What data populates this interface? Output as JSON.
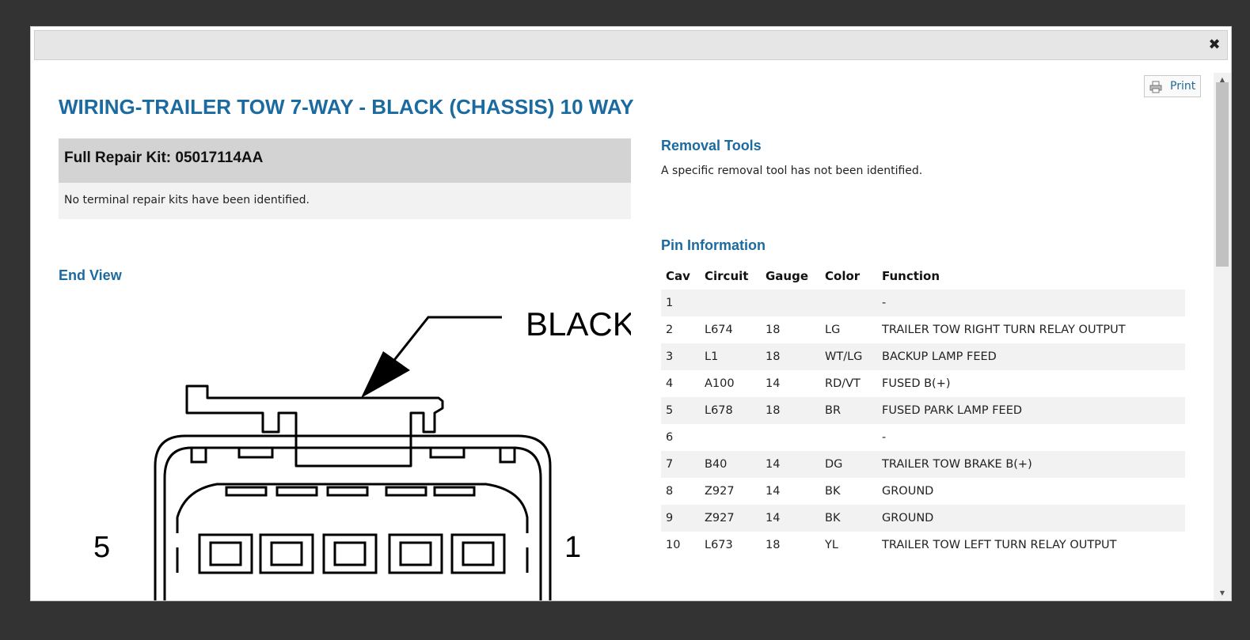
{
  "modal": {
    "close_icon": "close-icon",
    "print_label": "Print",
    "print_icon": "printer-icon"
  },
  "title": "WIRING-TRAILER TOW 7-WAY - BLACK (CHASSIS) 10 WAY",
  "repair_kit": {
    "header": "Full Repair Kit: 05017114AA",
    "body": "No terminal repair kits have been identified."
  },
  "end_view": {
    "heading": "End View",
    "diagram": {
      "color_label": "BLACK",
      "left_pin_label": "5",
      "right_pin_label": "1"
    }
  },
  "removal_tools": {
    "heading": "Removal Tools",
    "text": "A specific removal tool has not been identified."
  },
  "pin_information": {
    "heading": "Pin Information",
    "columns": [
      "Cav",
      "Circuit",
      "Gauge",
      "Color",
      "Function"
    ],
    "rows": [
      [
        "1",
        "",
        "",
        "",
        "-"
      ],
      [
        "2",
        "L674",
        "18",
        "LG",
        "TRAILER TOW RIGHT TURN RELAY OUTPUT"
      ],
      [
        "3",
        "L1",
        "18",
        "WT/LG",
        "BACKUP LAMP FEED"
      ],
      [
        "4",
        "A100",
        "14",
        "RD/VT",
        "FUSED B(+)"
      ],
      [
        "5",
        "L678",
        "18",
        "BR",
        "FUSED PARK LAMP FEED"
      ],
      [
        "6",
        "",
        "",
        "",
        "-"
      ],
      [
        "7",
        "B40",
        "14",
        "DG",
        "TRAILER TOW BRAKE B(+)"
      ],
      [
        "8",
        "Z927",
        "14",
        "BK",
        "GROUND"
      ],
      [
        "9",
        "Z927",
        "14",
        "BK",
        "GROUND"
      ],
      [
        "10",
        "L673",
        "18",
        "YL",
        "TRAILER TOW LEFT TURN RELAY OUTPUT"
      ]
    ]
  },
  "colors": {
    "accent": "#1b6aa0",
    "backdrop": "#333333",
    "kit_header_bg": "#d3d3d3",
    "row_stripe": "#f2f2f2"
  }
}
